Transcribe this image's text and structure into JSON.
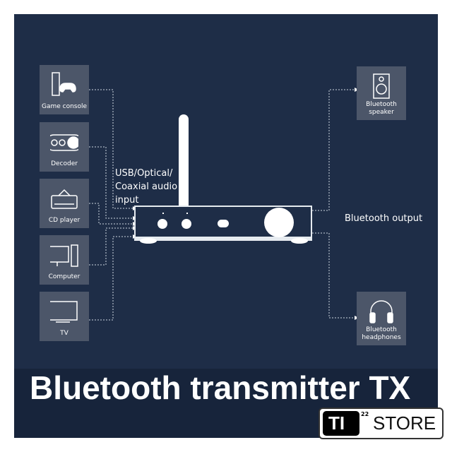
{
  "title": "Bluetooth transmitter TX",
  "input_label": "USB/Optical/\nCoaxial audio\ninput",
  "input_lines": [
    "USB/Optical/",
    "Coaxial audio",
    "input"
  ],
  "output_label": "Bluetooth output",
  "sources": [
    {
      "label": "Game console",
      "icon": "game-console-icon"
    },
    {
      "label": "Decoder",
      "icon": "decoder-icon"
    },
    {
      "label": "CD player",
      "icon": "cd-player-icon"
    },
    {
      "label": "Computer",
      "icon": "computer-icon"
    },
    {
      "label": "TV",
      "icon": "tv-icon"
    }
  ],
  "outputs": [
    {
      "label": "Bluetooth speaker",
      "lines": [
        "Bluetooth",
        "speaker"
      ],
      "icon": "speaker-icon"
    },
    {
      "label": "Bluetooth headphones",
      "lines": [
        "Bluetooth",
        "headphones"
      ],
      "icon": "headphones-icon"
    }
  ],
  "logo": {
    "ti": "TI",
    "sup": "22",
    "store": "STORE"
  }
}
